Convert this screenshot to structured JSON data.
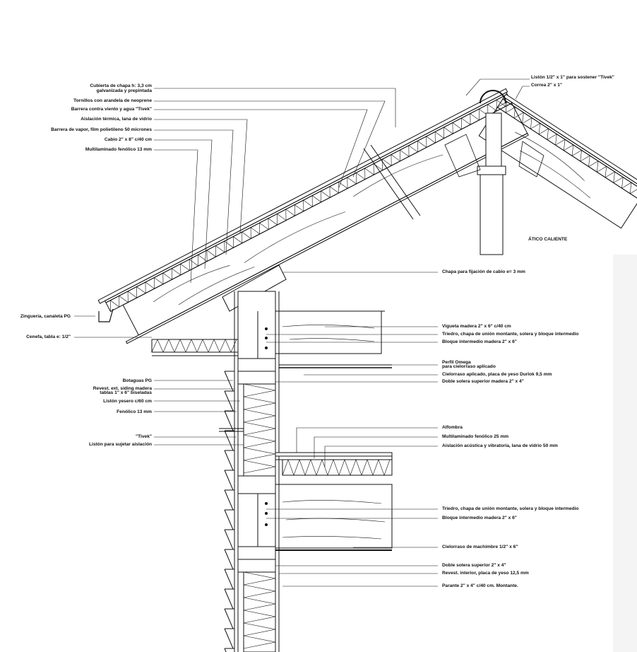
{
  "title_zone": "ÁTICO CALIENTE",
  "labels_top_right": [
    "Listón 1/2\" x 1\" para sostener \"Tivek\"",
    "Correa 2\" x 1\""
  ],
  "labels_roof_left": [
    "Cubierta de chapa h: 3,3 cm",
    "galvanizada y prepintada",
    "Tornillos con arandela de neoprene",
    "Barrera contra viento y agua \"Tivek\"",
    "Aislación térmica, lana de vidrio",
    "Barrera de vapor, film polietileno 50 micrones",
    "Cabio 2\" x 8\" c/40 cm",
    "Multilaminado fenólico 13 mm"
  ],
  "labels_eave": [
    "Zinguería, canaleta PG",
    "Cenefa, tabla e: 1/2\""
  ],
  "labels_wall_left": [
    "Botaguas PG",
    "Revest. ext. siding madera",
    "tablas 1\" x 6\" biseladas",
    "Listón yesero c/60 cm",
    "Fenólico 13 mm",
    "\"Tivek\"",
    "Listón para sujetar aislación"
  ],
  "labels_right_upper": [
    "Chapa para fijación de cabio e= 3 mm",
    "Vigueta madera 2\" x 6\" c/40 cm",
    "Triedro, chapa de unión montante, solera y bloque intermedio",
    "Bloque intermedio madera 2\" x 6\"",
    "Perfil Omega",
    "para cielorraso aplicado",
    "Cielorraso aplicado, placa de yeso Durlok 9,5 mm",
    "Doble solera superior madera 2\" x 4\""
  ],
  "labels_right_lower": [
    "Alfombra",
    "Multilaminado fenólico 25 mm",
    "Aislación acústica y vibratoria, lana de vidrio 50 mm",
    "Triedro, chapa de unión montante, solera y bloque intermedio",
    "Bloque intermedio madera 2\" x 6\"",
    "Cielorraso de machimbre 1/2\" x 6\"",
    "Doble solera superior 2\" x 4\"",
    "Revest. interior, placa de yeso 12,5 mm",
    "Parante 2\" x 4\" c/40 cm. Montante."
  ]
}
